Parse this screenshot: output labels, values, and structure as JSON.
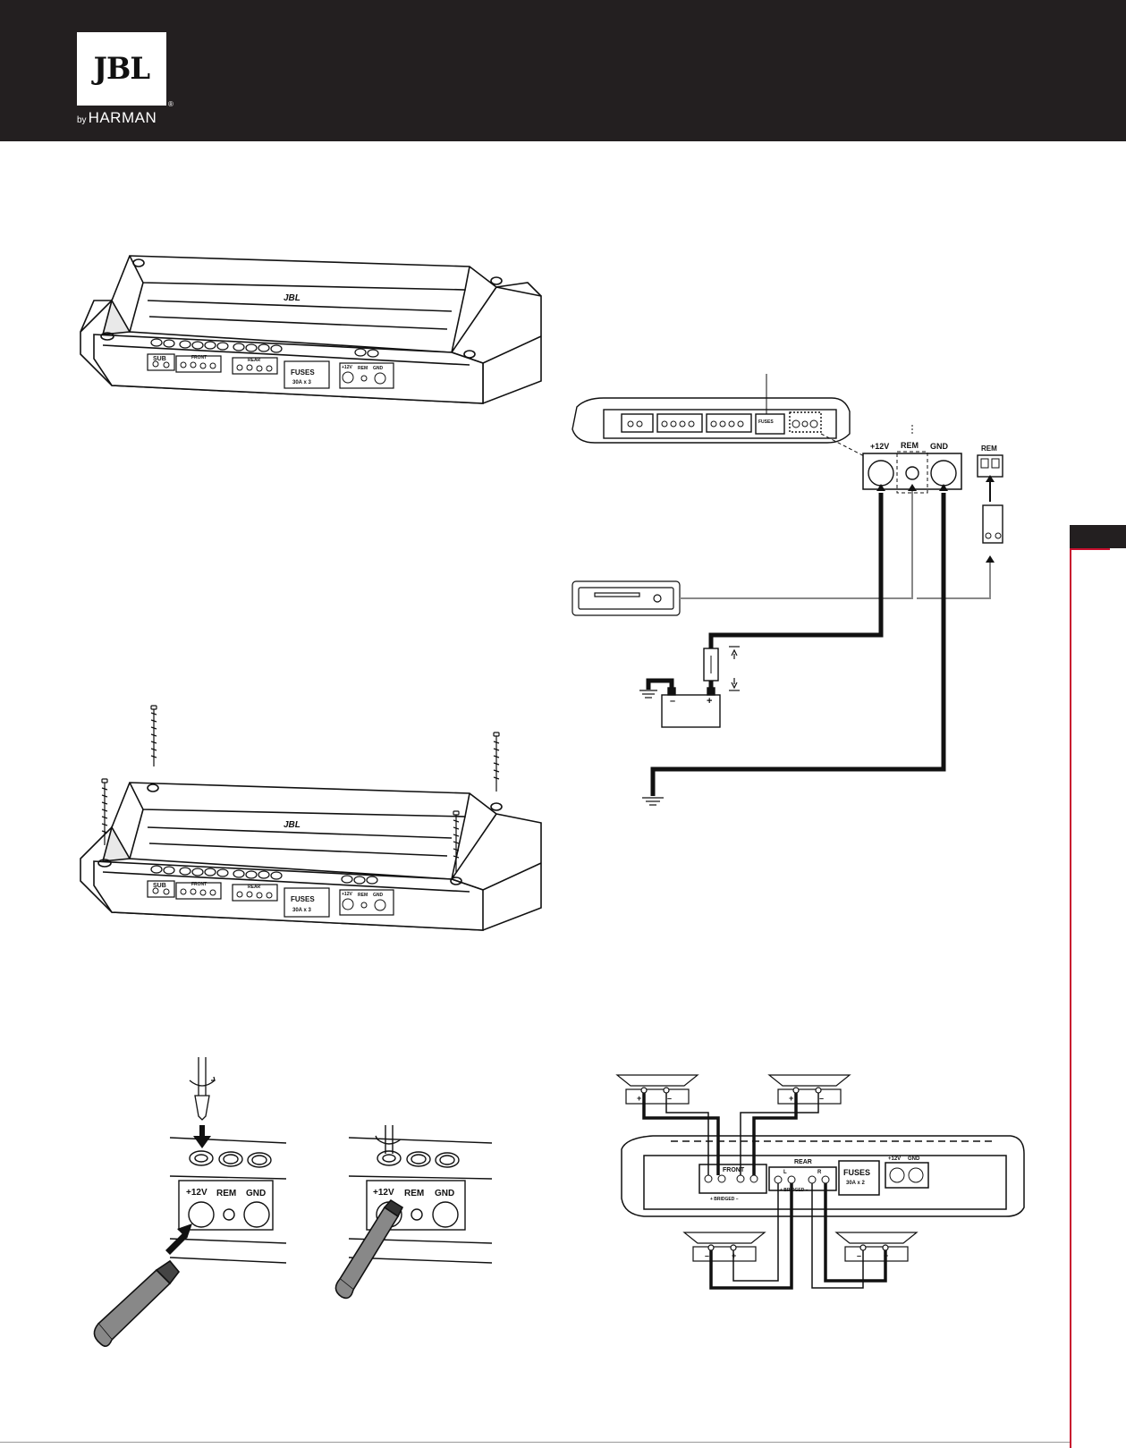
{
  "brand": {
    "logo": "JBL",
    "by": "by",
    "harman": "HARMAN",
    "registered": "®"
  },
  "amp_panel": {
    "sub": "SUB",
    "front": "FRONT",
    "rear": "REAR",
    "bridged": "+ BRIDGED –",
    "fuses": "FUSES",
    "fuse_rating": "30A x 3",
    "fuse_rating_4ch": "30A x 2",
    "plus12v": "+12V",
    "rem": "REM",
    "gnd": "GND",
    "top_logo": "JBL"
  },
  "wiring": {
    "terminal_plus12v": "+12V",
    "terminal_rem": "REM",
    "terminal_gnd": "GND",
    "rem_connector": "REM",
    "battery_plus": "+",
    "battery_minus": "–",
    "speaker_plus": "+",
    "speaker_minus": "–",
    "l": "L",
    "r": "R"
  },
  "icons": [
    "jbl-logo",
    "screw-icon",
    "screwdriver-icon",
    "ground-icon",
    "fuse-icon",
    "battery-icon",
    "head-unit-icon",
    "speaker-icon",
    "arrow-icon"
  ]
}
